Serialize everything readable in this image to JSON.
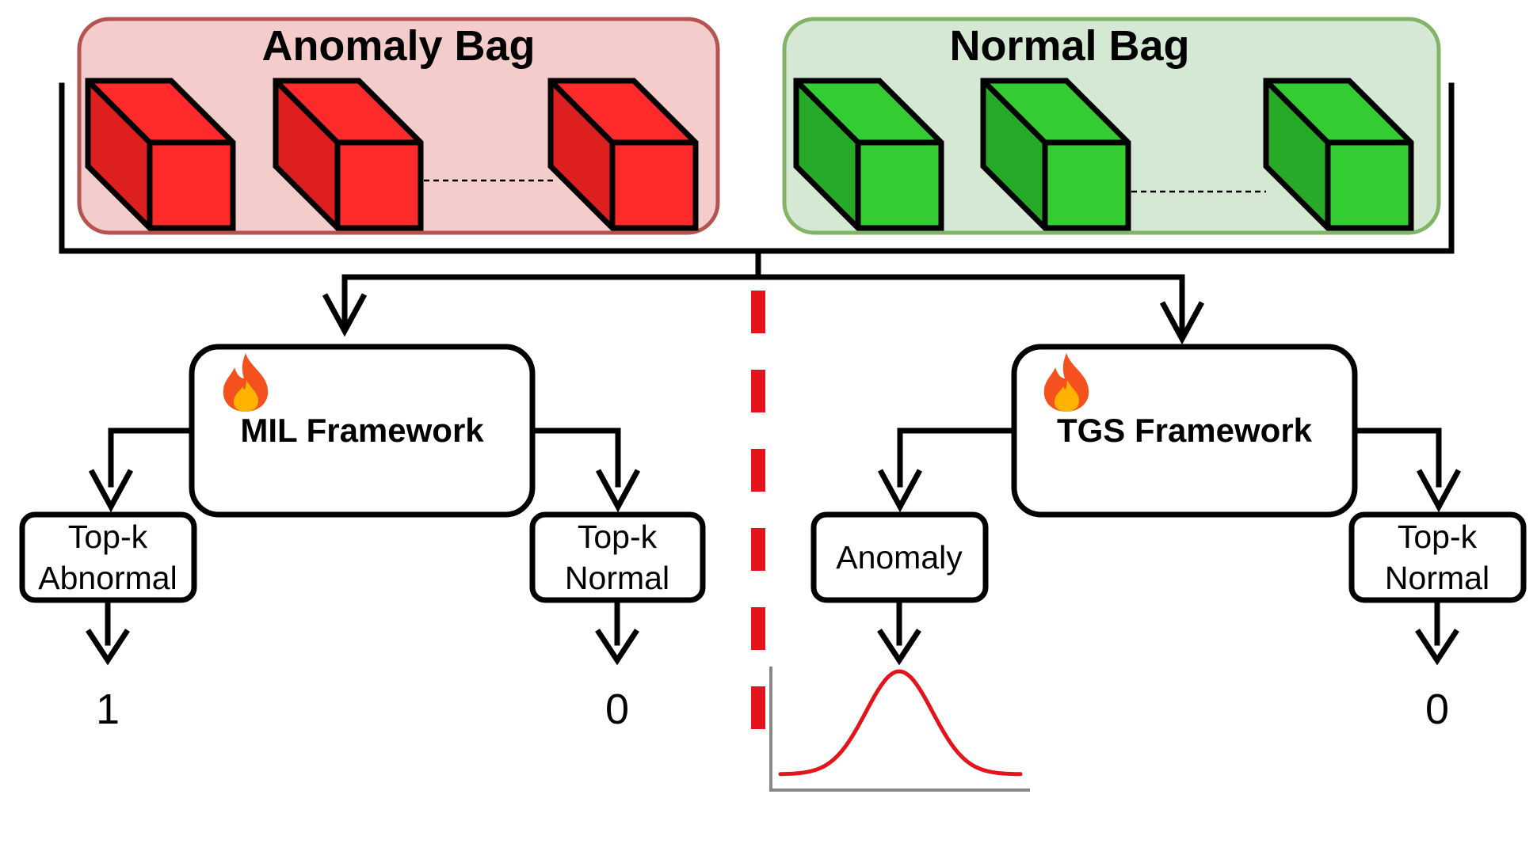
{
  "bags": {
    "anomaly": {
      "title": "Anomaly Bag",
      "fill": "#f5cccc",
      "border": "#b35450",
      "cube_color": "#ff2b2b",
      "cube_dark": "#dd1f1f",
      "cube_count_shown": 3
    },
    "normal": {
      "title": "Normal Bag",
      "fill": "#d5e8d4",
      "border": "#82b366",
      "cube_color": "#33cc33",
      "cube_dark": "#27aa27",
      "cube_count_shown": 3
    }
  },
  "mil": {
    "title": "MIL Framework",
    "icon": "fire-icon",
    "left_box": {
      "line1": "Top-k",
      "line2": "Abnormal"
    },
    "right_box": {
      "line1": "Top-k",
      "line2": "Normal"
    },
    "left_output": "1",
    "right_output": "0"
  },
  "tgs": {
    "title": "TGS Framework",
    "icon": "fire-icon",
    "left_box": {
      "label": "Anomaly"
    },
    "right_box": {
      "line1": "Top-k",
      "line2": "Normal"
    },
    "right_output": "0",
    "left_output_icon": "gaussian-curve-icon"
  },
  "colors": {
    "divider": "#e3141b",
    "curve": "#e3141b",
    "axes": "#888888",
    "fire_outer": "#f4511e",
    "fire_inner": "#ffb300"
  }
}
